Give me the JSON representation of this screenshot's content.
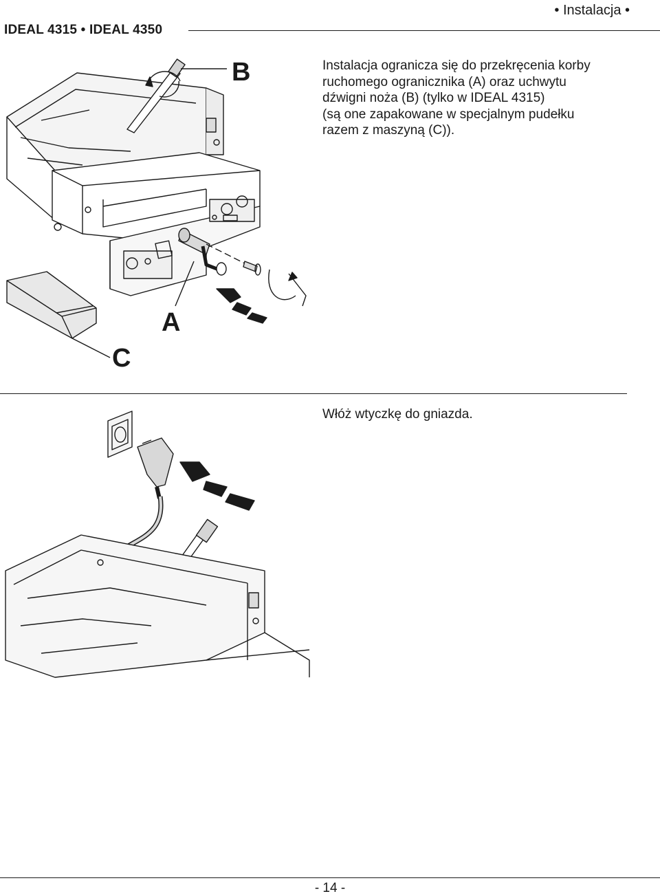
{
  "header": {
    "model_title": "IDEAL 4315 • IDEAL 4350",
    "section_title": "• Instalacja •"
  },
  "step1": {
    "lines": [
      "Instalacja ogranicza się do przekręcenia korby",
      "ruchomego ogranicznika (A) oraz uchwytu",
      "dźwigni noża (B) (tylko w IDEAL 4315)",
      "(są one zapakowane w specjalnym pudełku",
      "razem z maszyną (C))."
    ],
    "callouts": {
      "a": "A",
      "b": "B",
      "c": "C"
    }
  },
  "step2": {
    "text": "Włóż wtyczkę do gniazda."
  },
  "footer": {
    "page_number": "- 14 -"
  }
}
